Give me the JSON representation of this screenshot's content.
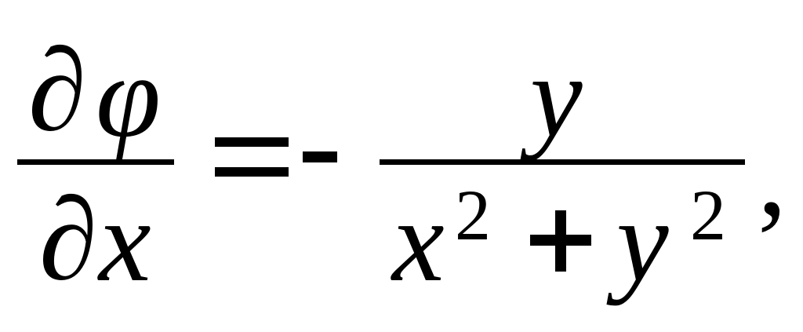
{
  "equation": {
    "lhs": {
      "numerator_partial": "∂",
      "numerator_var": "φ",
      "denominator_partial": "∂",
      "denominator_var": "x"
    },
    "relation": "=",
    "sign": "-",
    "rhs": {
      "numerator_var": "y",
      "denominator": {
        "term1_base": "x",
        "term1_exp": "2",
        "operator": "+",
        "term2_base": "y",
        "term2_exp": "2"
      }
    },
    "trailing_punct": ","
  }
}
